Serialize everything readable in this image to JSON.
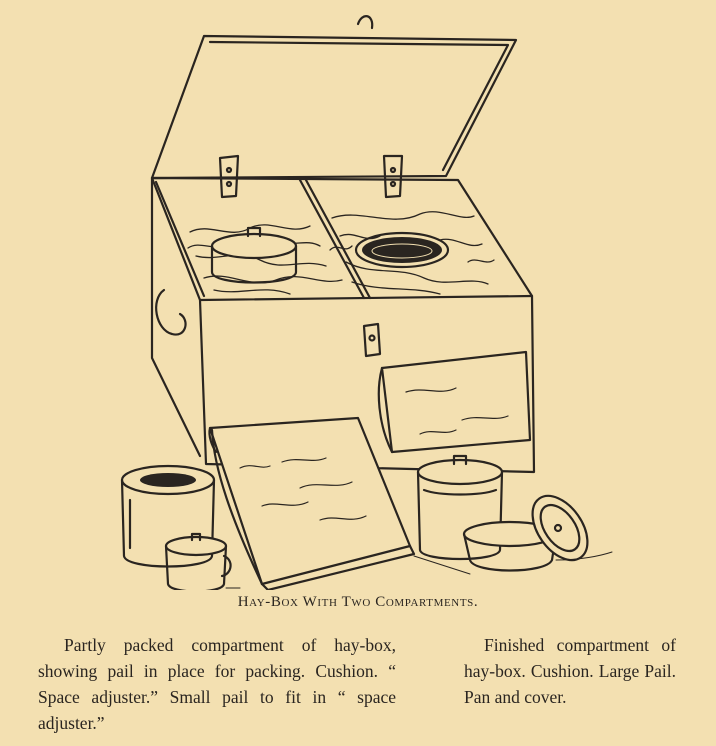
{
  "caption": {
    "title": "Hay-Box With Two Compartments.",
    "left_text": "Partly packed compartment of hay-box, showing pail in place for packing. Cushion. “ Space adjuster.” Small pail to fit in “ space adjuster.”",
    "right_text": "Finished compartment of hay-box. Cushion. Large Pail. Pan and cover."
  },
  "colors": {
    "paper": "#f3e0b1",
    "ink": "#2a2520"
  }
}
